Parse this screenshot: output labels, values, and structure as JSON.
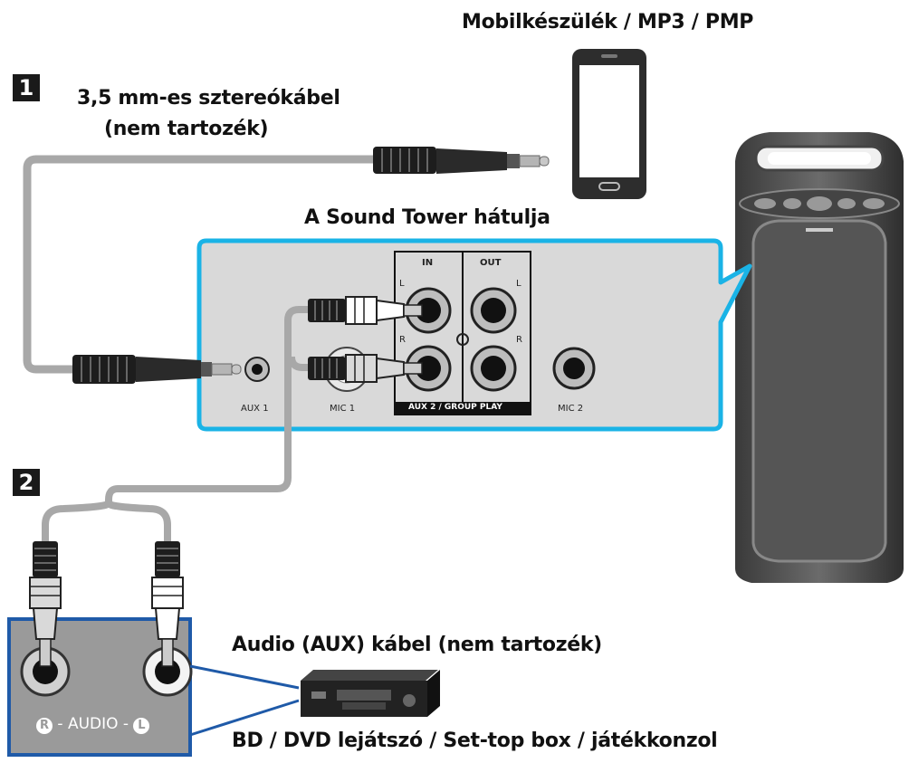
{
  "steps": {
    "one": "1",
    "two": "2"
  },
  "labels": {
    "mobile_device": "Mobilkészülék / MP3 / PMP",
    "cable_line1": "3,5 mm-es sztereókábel",
    "cable_line2": "(nem tartozék)",
    "sound_tower_back": "A Sound Tower hátulja",
    "aux_cable": "Audio (AUX) kábel (nem tartozék)",
    "player": "BD / DVD lejátszó / Set-top box / játékkonzol"
  },
  "panel": {
    "in": "IN",
    "out": "OUT",
    "aux1": "AUX 1",
    "mic1": "MIC 1",
    "mic2": "MIC 2",
    "aux2_group": "AUX 2 / GROUP PLAY",
    "left_marker": "L",
    "right_marker": "R"
  },
  "source_jack": {
    "right": "R",
    "audio": "- AUDIO -",
    "left": "L"
  },
  "colors": {
    "accent": "#1ab3e6",
    "panel": "#d9d9d9",
    "cable": "#a8a8a8",
    "jack_box_border": "#1f5aa8"
  }
}
